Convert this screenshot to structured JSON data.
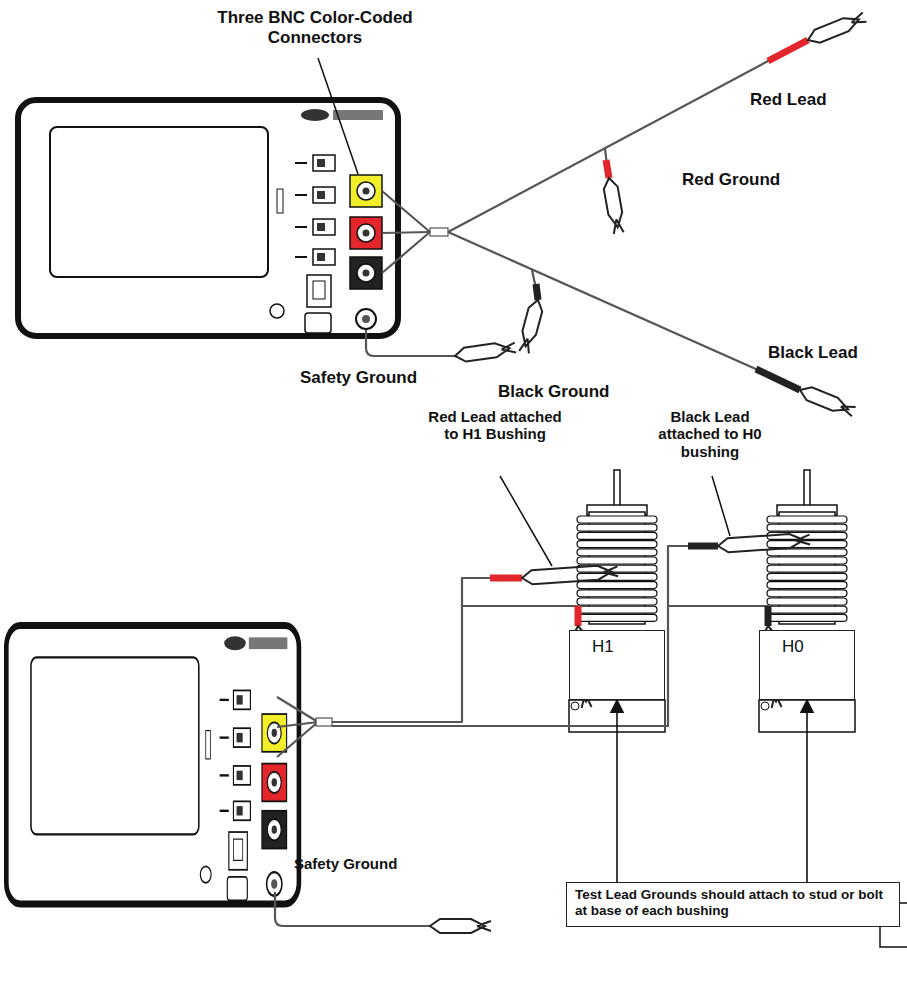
{
  "diagram": {
    "nodes": [
      {
        "text": [
          "H1"
        ]
      },
      {
        "text": [
          "H0"
        ]
      },
      {
        "text": [
          "Test Lead Grounds should attach to stud or bolt at base of each bushing"
        ]
      }
    ],
    "edges": [
      {
        "from": 2,
        "to": 0,
        "arrow": "to"
      },
      {
        "from": 2,
        "to": 1,
        "arrow": "to"
      }
    ],
    "labels": [
      "Three BNC Color-Coded Connectors",
      "Red Lead",
      "Red Ground",
      "Safety Ground",
      "Black Ground",
      "Black Lead",
      "Red Lead attached to H1 Bushing",
      "Black Lead attached to H0 bushing",
      "Safety Ground"
    ]
  }
}
